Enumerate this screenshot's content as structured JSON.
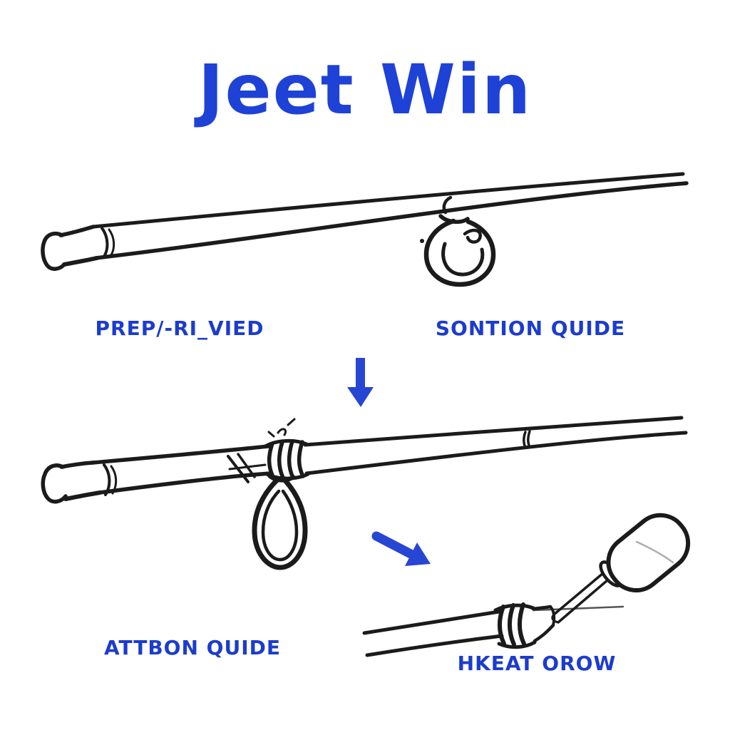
{
  "title": {
    "text": "Jeet Win"
  },
  "labels": {
    "top_left": "PREP/-RI_VIED",
    "top_right": "SONTION QUIDE",
    "bottom_left": "ATTBON QUIDE",
    "bottom_right": "HKEAT OROW"
  },
  "icons": {
    "down_arrow": "down-arrow-icon",
    "diagonal_arrow": "diagonal-arrow-icon"
  },
  "illustrations": {
    "step1": "rod blank with single hanging line guide ring",
    "step2": "rod blank with thread-wrapped guide loop",
    "step3": "rod tip with thread wraps and bobbin tool"
  },
  "colors": {
    "title_blue": "#1e42d6",
    "label_blue": "#1c3ccd",
    "arrow_blue": "#2846d4",
    "line_dark": "#1b1b1b",
    "background": "#ffffff"
  }
}
